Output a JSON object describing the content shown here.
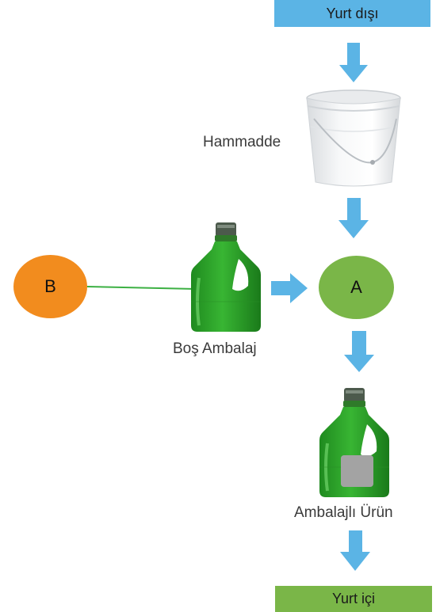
{
  "diagram": {
    "top_banner": "Yurt dışı",
    "bottom_banner": "Yurt içi",
    "raw_material_label": "Hammadde",
    "empty_packaging_label": "Boş Ambalaj",
    "packaged_product_label": "Ambalajlı Ürün",
    "node_a_label": "A",
    "node_b_label": "B",
    "colors": {
      "arrow": "#5bb4e5",
      "top_banner": "#5bb4e5",
      "bottom_banner": "#7ab648",
      "node_a": "#7ab648",
      "node_b": "#f28c1e",
      "connector": "#3cb043"
    },
    "icons": [
      "bucket-icon",
      "bottle-icon"
    ]
  }
}
